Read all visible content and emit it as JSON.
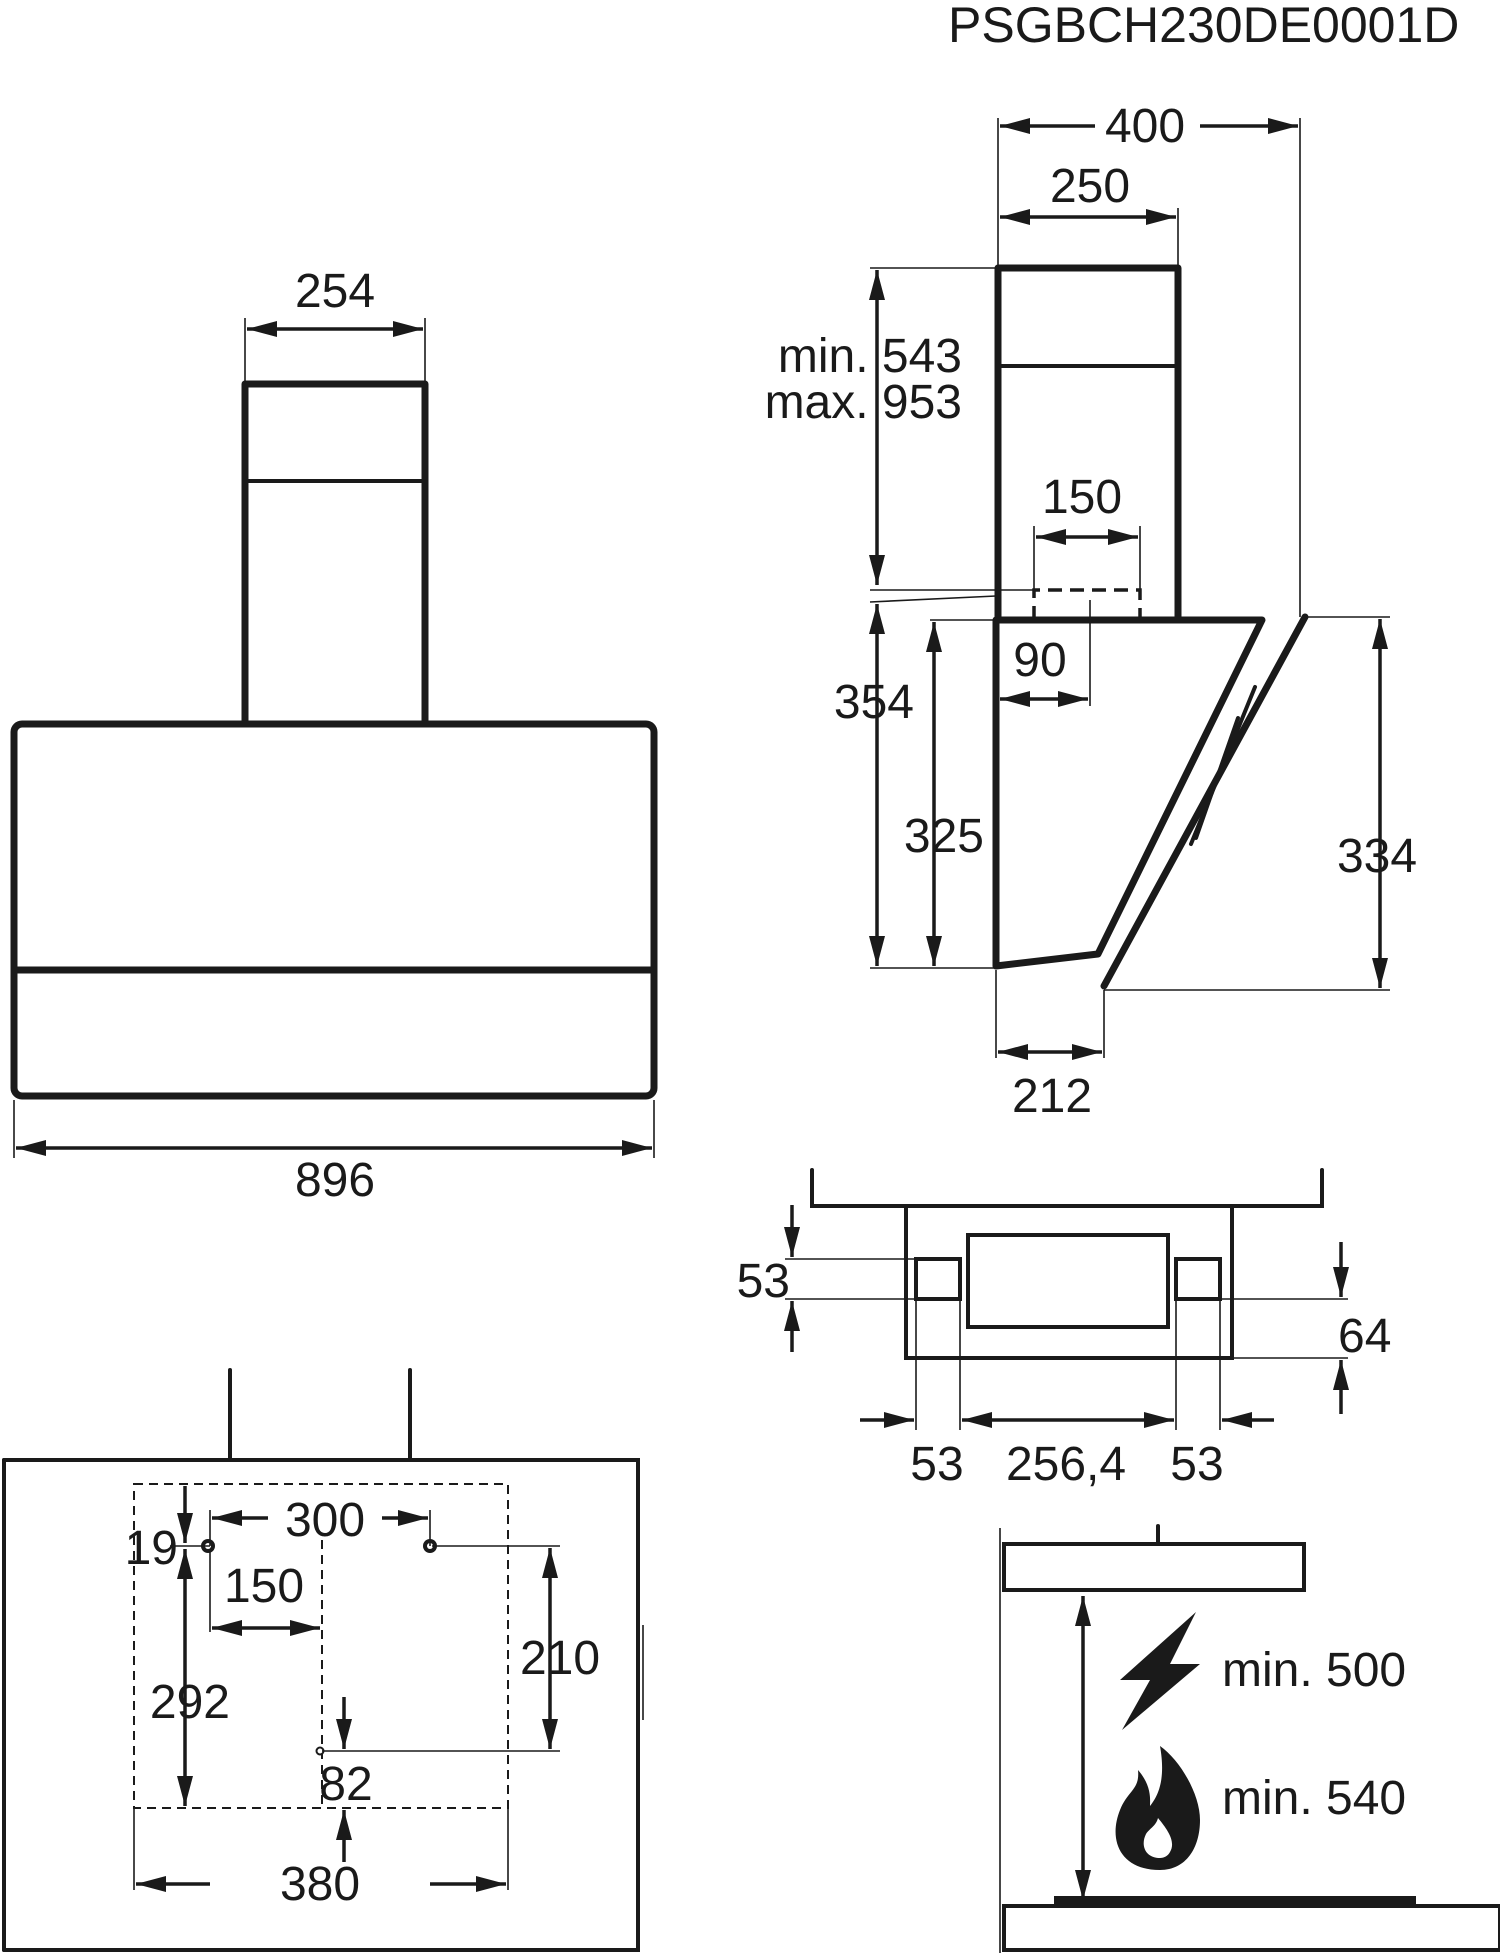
{
  "reference_code": "PSGBCH230DE0001D",
  "front_view": {
    "chimney_width": "254",
    "total_width": "896"
  },
  "side_view": {
    "total_depth": "400",
    "chimney_depth": "250",
    "chimney_height_min": "min. 543",
    "chimney_height_max": "max. 953",
    "outlet_width": "150",
    "outlet_offset": "90",
    "body_height": "354",
    "back_height": "325",
    "glass_height": "334",
    "bottom_depth": "212"
  },
  "bracket_view": {
    "vertical_offset": "53",
    "slot_height": "64",
    "left_margin": "53",
    "slot_spacing": "256,4",
    "right_margin": "53"
  },
  "mounting_view": {
    "top_offset": "19",
    "hole_spacing": "300",
    "center_offset": "150",
    "height_left": "292",
    "height_right": "210",
    "bottom_offset": "82",
    "bracket_width": "380"
  },
  "clearance_view": {
    "electric_min": "min. 500",
    "gas_min": "min. 540"
  }
}
